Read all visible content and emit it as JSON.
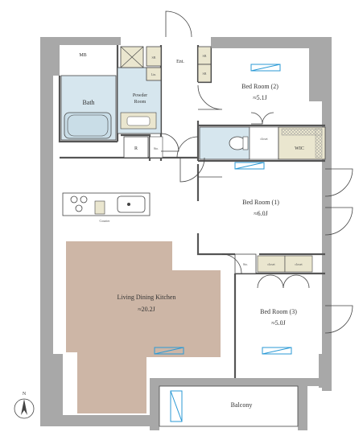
{
  "rooms": {
    "mb": "MB",
    "ent": "Ent.",
    "bath": "Bath",
    "powder_room": [
      "Powder",
      "Room"
    ],
    "lin": "Lin.",
    "sb_1": "SB",
    "sb_2": "SB",
    "sb_3": "SB",
    "refrigerator": "R",
    "sto_1": "Sto.",
    "sto_2": "Sto.",
    "bedroom_2": {
      "name": "Bed Room (2)",
      "area": "≈5.1J"
    },
    "bedroom_1": {
      "name": "Bed Room (1)",
      "area": "≈6.0J"
    },
    "bedroom_3": {
      "name": "Bed Room (3)",
      "area": "≈5.0J"
    },
    "ldk": {
      "name": "Living Dining Kitchen",
      "area": "≈20.2J"
    },
    "closet_1": "closet",
    "closet_2": "closet",
    "closet_3": "closet",
    "wic": "WIC",
    "counter": "Counter",
    "balcony": "Balcony"
  },
  "compass": {
    "label": "N"
  },
  "colors": {
    "wall": "#a8a8a8",
    "ldk_floor": "#cdb6a6",
    "wet_area": "#d6e6ee",
    "closet_fill": "#eae6cf",
    "window": "#2b9ad6"
  }
}
